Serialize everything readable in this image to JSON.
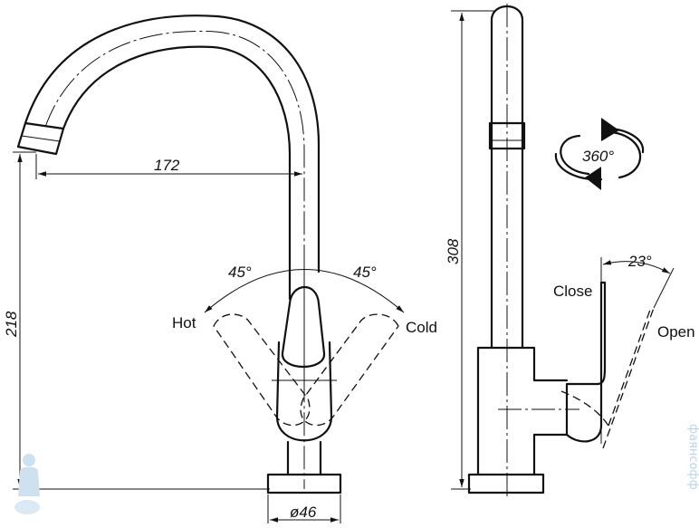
{
  "front_view": {
    "dim_spout_reach": "172",
    "dim_height": "218",
    "dim_base": "ø46",
    "angle_hot": "45°",
    "angle_cold": "45°",
    "label_hot": "Hot",
    "label_cold": "Cold"
  },
  "side_view": {
    "dim_total_height": "308",
    "rotation": "360°",
    "angle_open": "23°",
    "label_close": "Close",
    "label_open": "Open"
  },
  "watermark": {
    "text": "фаянсофф"
  },
  "colors": {
    "line": "#111111",
    "watermark": "#b9d4e8"
  }
}
